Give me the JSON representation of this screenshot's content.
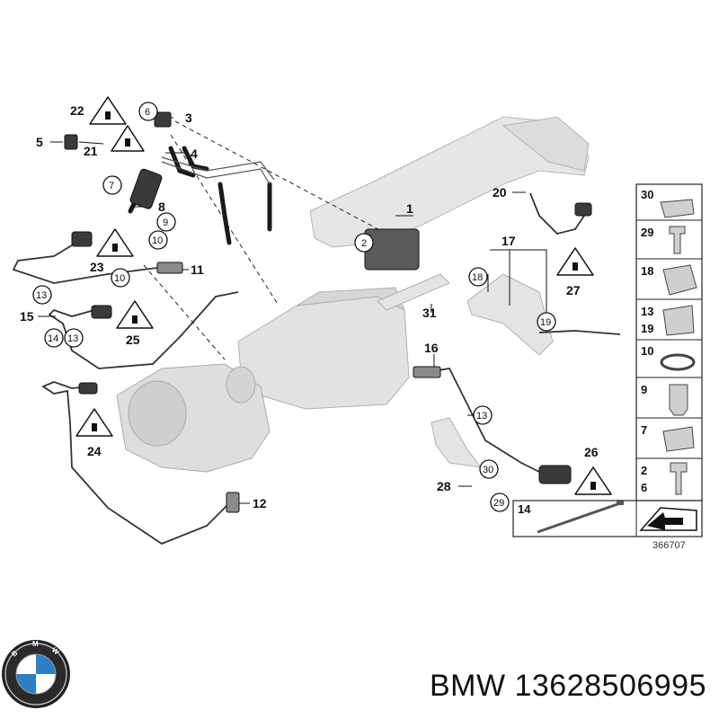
{
  "callouts": [
    {
      "id": "c22",
      "text": "22"
    },
    {
      "id": "c21",
      "text": "21"
    },
    {
      "id": "c5",
      "text": "5"
    },
    {
      "id": "c6",
      "text": "6"
    },
    {
      "id": "c3",
      "text": "3"
    },
    {
      "id": "c4",
      "text": "4"
    },
    {
      "id": "c7",
      "text": "7"
    },
    {
      "id": "c8",
      "text": "8"
    },
    {
      "id": "c9",
      "text": "9"
    },
    {
      "id": "c10a",
      "text": "10"
    },
    {
      "id": "c10b",
      "text": "10"
    },
    {
      "id": "c23",
      "text": "23"
    },
    {
      "id": "c11",
      "text": "11"
    },
    {
      "id": "c13a",
      "text": "13"
    },
    {
      "id": "c15",
      "text": "15"
    },
    {
      "id": "c14",
      "text": "14"
    },
    {
      "id": "c13b",
      "text": "13"
    },
    {
      "id": "c25",
      "text": "25"
    },
    {
      "id": "c1",
      "text": "1"
    },
    {
      "id": "c2",
      "text": "2"
    },
    {
      "id": "c20",
      "text": "20"
    },
    {
      "id": "c17",
      "text": "17"
    },
    {
      "id": "c18",
      "text": "18"
    },
    {
      "id": "c19",
      "text": "19"
    },
    {
      "id": "c27",
      "text": "27"
    },
    {
      "id": "c31",
      "text": "31"
    },
    {
      "id": "c16",
      "text": "16"
    },
    {
      "id": "c13c",
      "text": "13"
    },
    {
      "id": "c26",
      "text": "26"
    },
    {
      "id": "c30",
      "text": "30"
    },
    {
      "id": "c28",
      "text": "28"
    },
    {
      "id": "c29",
      "text": "29"
    },
    {
      "id": "c24",
      "text": "24"
    },
    {
      "id": "c12",
      "text": "12"
    }
  ],
  "parts_table": {
    "rows": [
      {
        "top": "30",
        "bottom": ""
      },
      {
        "top": "29",
        "bottom": ""
      },
      {
        "top": "18",
        "bottom": ""
      },
      {
        "top": "13",
        "bottom": "19"
      },
      {
        "top": "10",
        "bottom": ""
      },
      {
        "top": "9",
        "bottom": ""
      },
      {
        "top": "7",
        "bottom": ""
      },
      {
        "top": "2",
        "bottom": "6"
      }
    ],
    "bottom_row_label": "14"
  },
  "diagram_ref": "366707",
  "brand": {
    "logo_text": "BMW",
    "title": "BMW 13628506995"
  },
  "colors": {
    "line": "#111111",
    "part_fill": "#e6e6e6",
    "part_stroke": "#b0b0b0",
    "hose": "#1a1a1a",
    "logo_blue": "#2b7fc5"
  }
}
